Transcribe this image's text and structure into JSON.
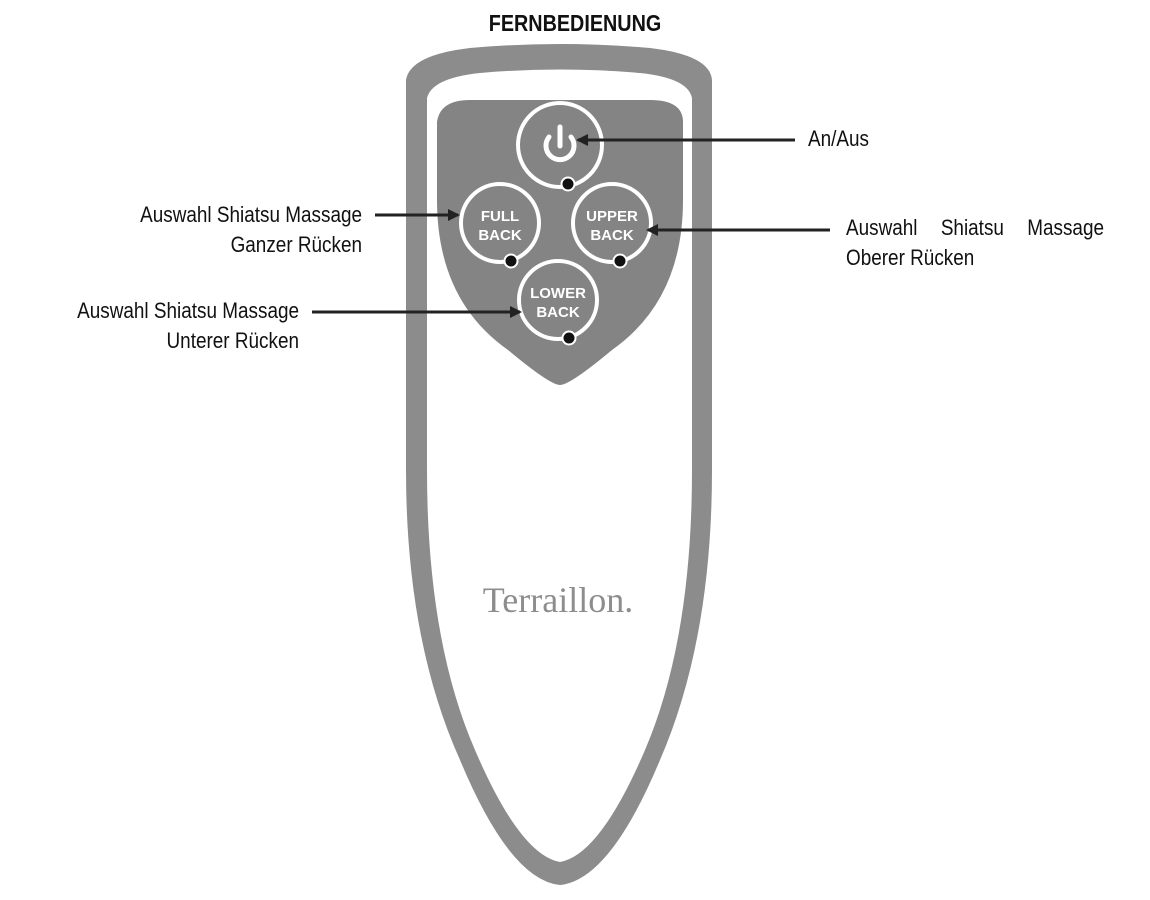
{
  "title": "FERNBEDIENUNG",
  "colors": {
    "remote_outline": "#8c8c8c",
    "panel": "#848484",
    "button_ring": "#ffffff",
    "indicator": "#111111",
    "arrow": "#222222",
    "brand_text": "#8d8d8d"
  },
  "buttons": {
    "power": {
      "icon": "power-icon"
    },
    "full_back": {
      "line1": "FULL",
      "line2": "BACK"
    },
    "upper_back": {
      "line1": "UPPER",
      "line2": "BACK"
    },
    "lower_back": {
      "line1": "LOWER",
      "line2": "BACK"
    }
  },
  "callouts": {
    "power": {
      "line1": "An/Aus"
    },
    "full_back": {
      "line1": "Auswahl Shiatsu Massage",
      "line2": "Ganzer Rücken"
    },
    "upper_back": {
      "line1": "Auswahl  Shiatsu  Massage",
      "line2": "Oberer Rücken"
    },
    "lower_back": {
      "line1": "Auswahl Shiatsu Massage",
      "line2": "Unterer Rücken"
    }
  },
  "brand": "Terraillon."
}
